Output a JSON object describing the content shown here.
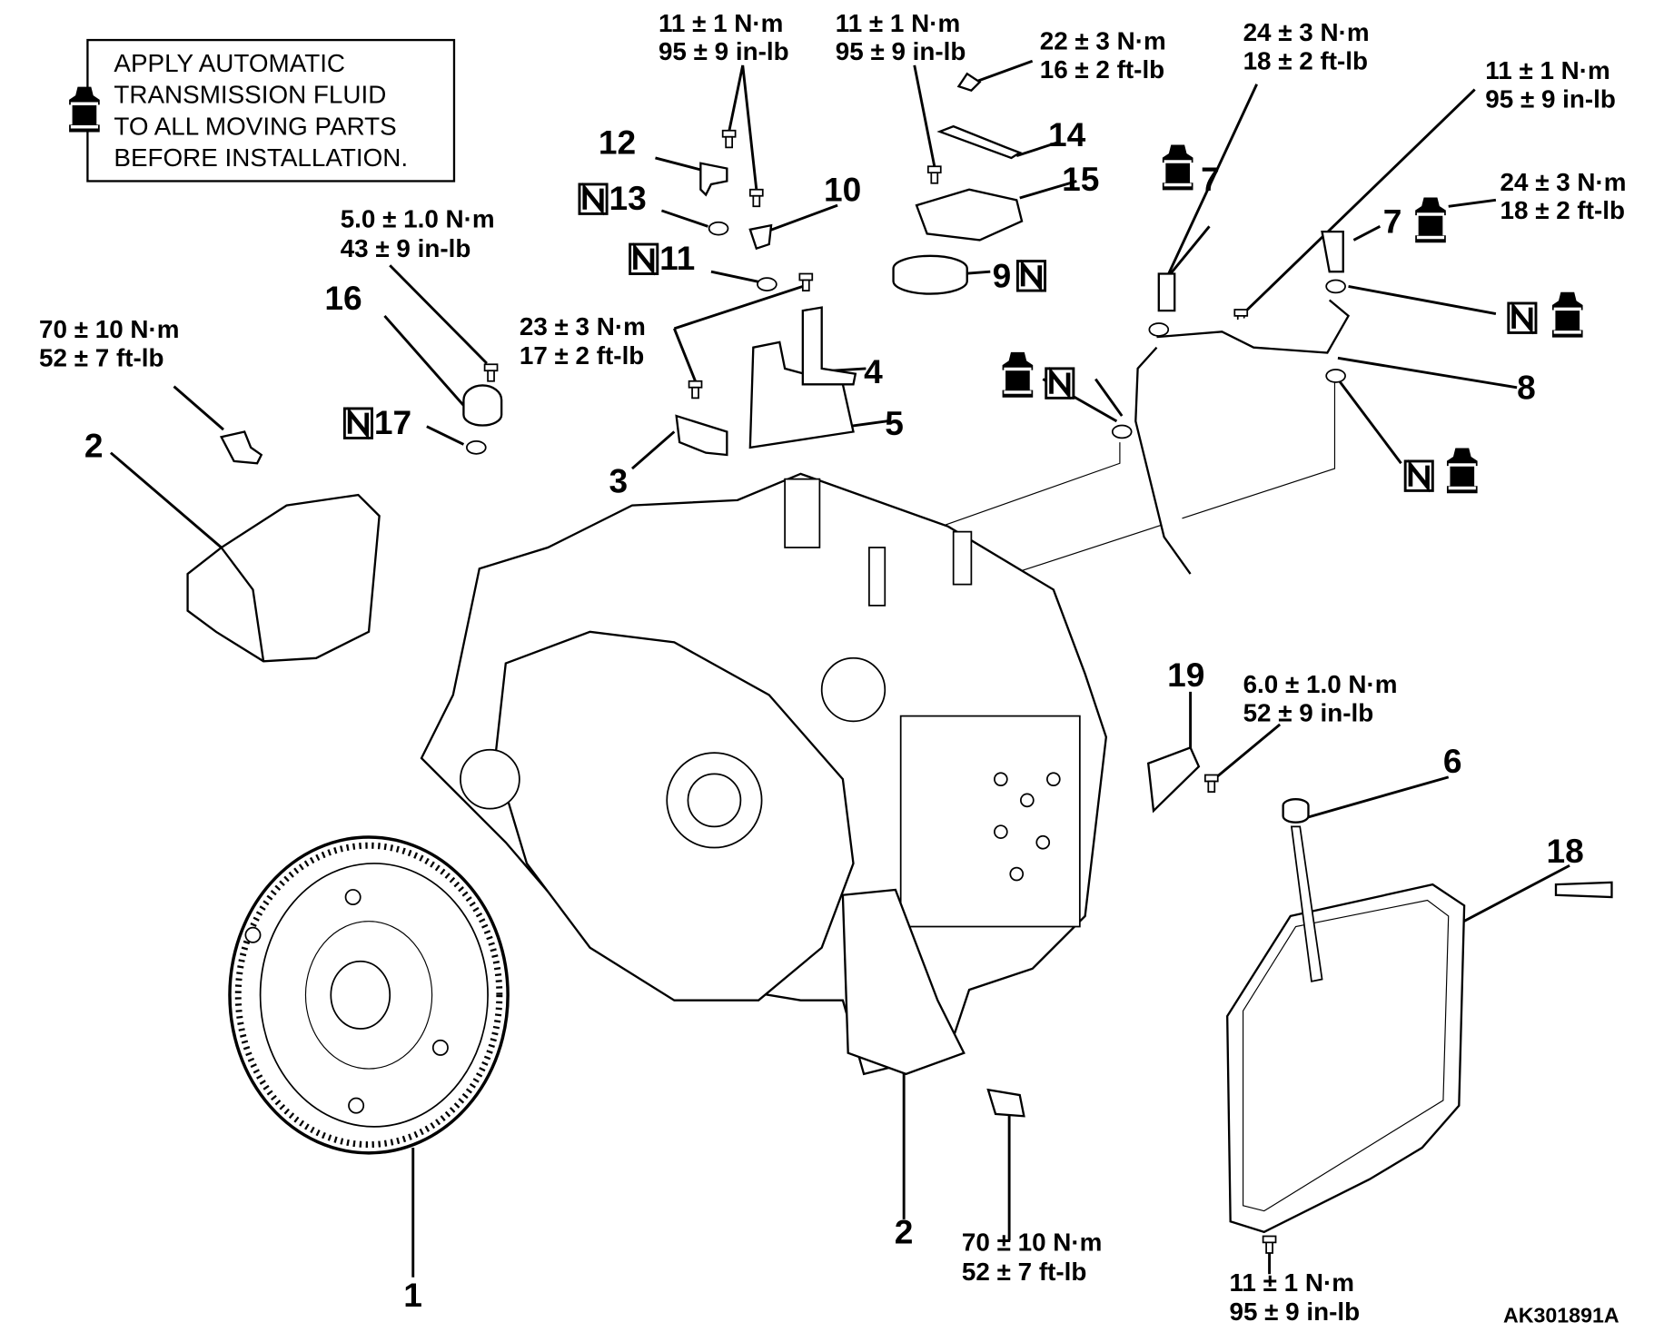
{
  "note": {
    "lines": [
      "APPLY AUTOMATIC",
      "TRANSMISSION FLUID",
      "TO ALL MOVING PARTS",
      "BEFORE INSTALLATION."
    ],
    "icon": "atf-bottle-icon"
  },
  "torques": [
    {
      "a": "11 ± 1 N·m",
      "b": "95 ± 9 in-lb"
    },
    {
      "a": "11 ± 1 N·m",
      "b": "95 ± 9 in-lb"
    },
    {
      "a": "22 ± 3 N·m",
      "b": "16 ± 2 ft-lb"
    },
    {
      "a": "24 ± 3 N·m",
      "b": "18 ± 2 ft-lb"
    },
    {
      "a": "11 ± 1 N·m",
      "b": "95 ± 9 in-lb"
    },
    {
      "a": "24 ± 3 N·m",
      "b": "18 ± 2 ft-lb"
    },
    {
      "a": "5.0 ± 1.0 N·m",
      "b": "43 ± 9 in-lb"
    },
    {
      "a": "70 ± 10 N·m",
      "b": "52 ± 7 ft-lb"
    },
    {
      "a": "23 ± 3 N·m",
      "b": "17 ± 2 ft-lb"
    },
    {
      "a": "6.0 ± 1.0 N·m",
      "b": "52 ± 9 in-lb"
    },
    {
      "a": "70 ± 10 N·m",
      "b": "52 ± 7 ft-lb"
    },
    {
      "a": "11 ± 1 N·m",
      "b": "95 ± 9 in-lb"
    }
  ],
  "parts": {
    "p1": "1",
    "p2a": "2",
    "p2b": "2",
    "p3": "3",
    "p4": "4",
    "p5": "5",
    "p6": "6",
    "p7a": "7",
    "p7b": "7",
    "p8": "8",
    "p9": "9",
    "p10": "10",
    "p11": "11",
    "p12": "12",
    "p13": "13",
    "p14": "14",
    "p15": "15",
    "p16": "16",
    "p17": "17",
    "p18": "18",
    "p19": "19"
  },
  "new_part_mark": "N",
  "figure_code": "AK301891A"
}
